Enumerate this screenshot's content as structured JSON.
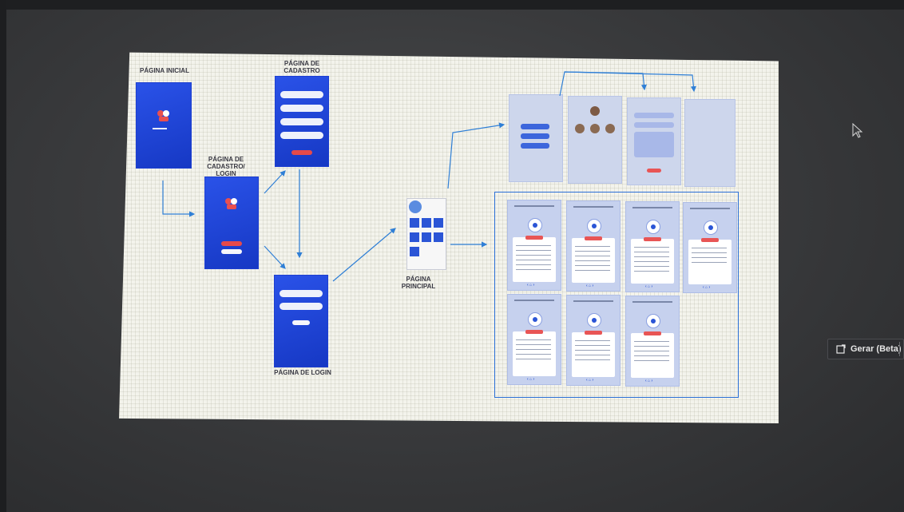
{
  "diagram": {
    "page_inicial": "PÁGINA INICIAL",
    "pagina_cadastro": "PÁGINA DE CADASTRO",
    "pagina_cadastro_login": "PÁGINA DE CADASTRO/ LOGIN",
    "pagina_login": "PÁGINA DE LOGIN",
    "pagina_principal": "PÁGINA PRINCIPAL"
  },
  "toolbar": {
    "generate_label": "Gerar (Beta)"
  },
  "icons": [
    "cursor-arrow-icon",
    "generate-icon"
  ],
  "colors": {
    "phone_blue": "#1f46da",
    "accent_red": "#e64a4a",
    "arrow_blue": "#2f7fd6"
  }
}
